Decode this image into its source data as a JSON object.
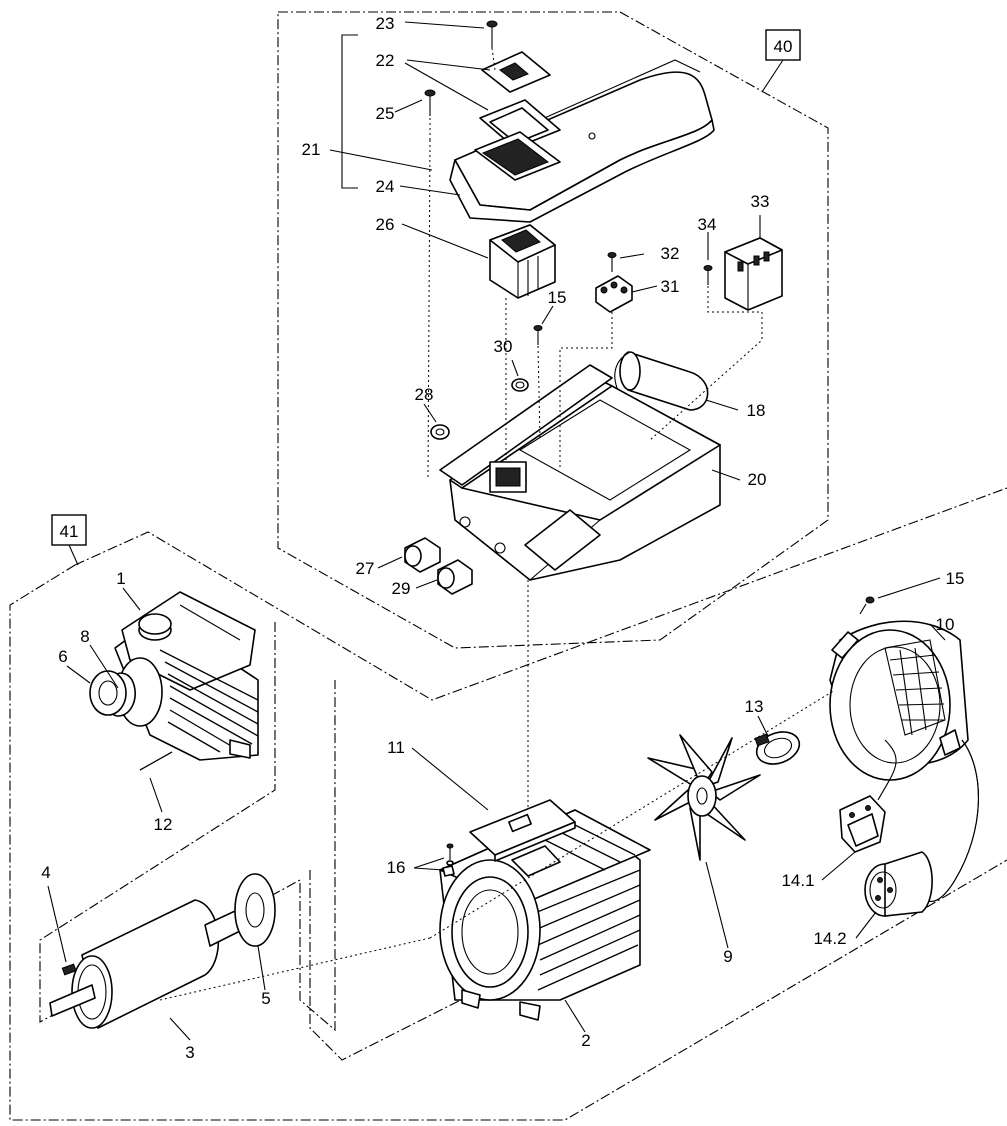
{
  "assemblies": [
    {
      "id": "asm-40",
      "label": "40"
    },
    {
      "id": "asm-41",
      "label": "41"
    }
  ],
  "parts": {
    "p1": "1",
    "p2": "2",
    "p3": "3",
    "p4": "4",
    "p5": "5",
    "p6": "6",
    "p8": "8",
    "p9": "9",
    "p10": "10",
    "p11": "11",
    "p12": "12",
    "p13": "13",
    "p14_1": "14.1",
    "p14_2": "14.2",
    "p15a": "15",
    "p15b": "15",
    "p16": "16",
    "p18": "18",
    "p20": "20",
    "p21": "21",
    "p22": "22",
    "p23": "23",
    "p24": "24",
    "p25": "25",
    "p26": "26",
    "p27": "27",
    "p28": "28",
    "p29": "29",
    "p30": "30",
    "p31": "31",
    "p32": "32",
    "p33": "33",
    "p34": "34"
  }
}
